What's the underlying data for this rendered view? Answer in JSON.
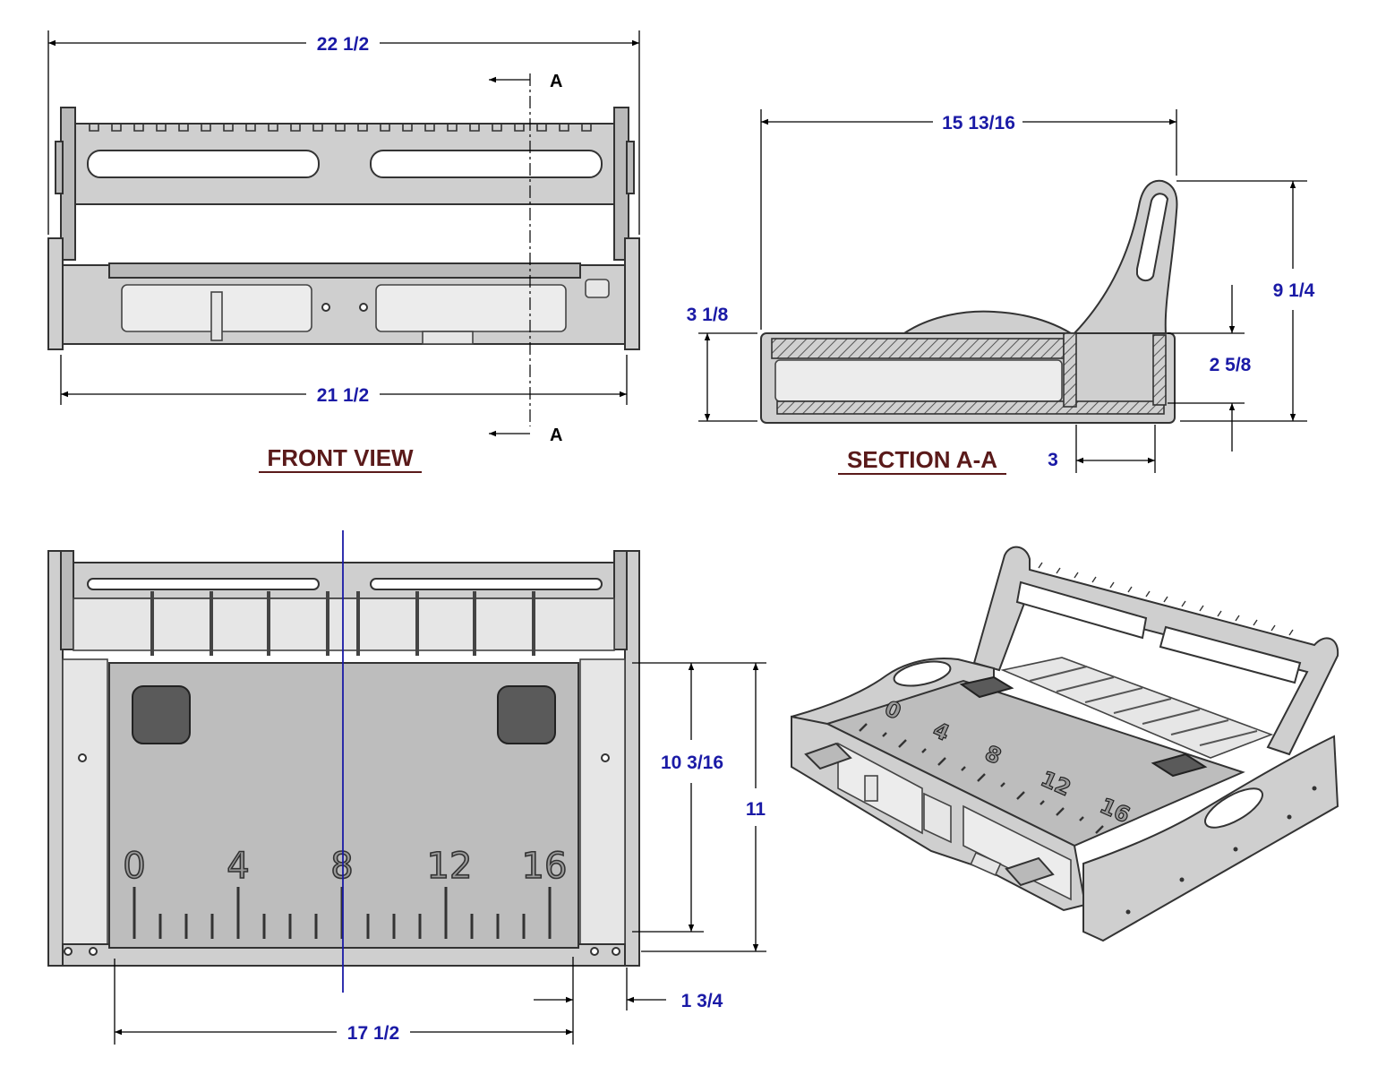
{
  "views": {
    "front": "FRONT VIEW",
    "section": "SECTION A-A"
  },
  "section_marks": {
    "top": "A",
    "bottom": "A"
  },
  "dimensions": {
    "front_overall_width": "22 1/2",
    "front_inner_width": "21 1/2",
    "section_depth": "15 13/16",
    "section_height": "9 1/4",
    "section_base_height": "3 1/8",
    "section_inner_height": "2 5/8",
    "section_wall": "3",
    "top_plate_height": "10 3/16",
    "top_overall_height": "11",
    "top_side": "1 3/4",
    "top_plate_width": "17 1/2"
  },
  "ruler": {
    "labels": [
      "0",
      "4",
      "8",
      "12",
      "16"
    ]
  },
  "colors": {
    "dimension_text": "#1a1aa6",
    "view_title": "#5a1a1a",
    "part_fill": "#cfcfcf",
    "centerline": "#1a1aa6"
  }
}
